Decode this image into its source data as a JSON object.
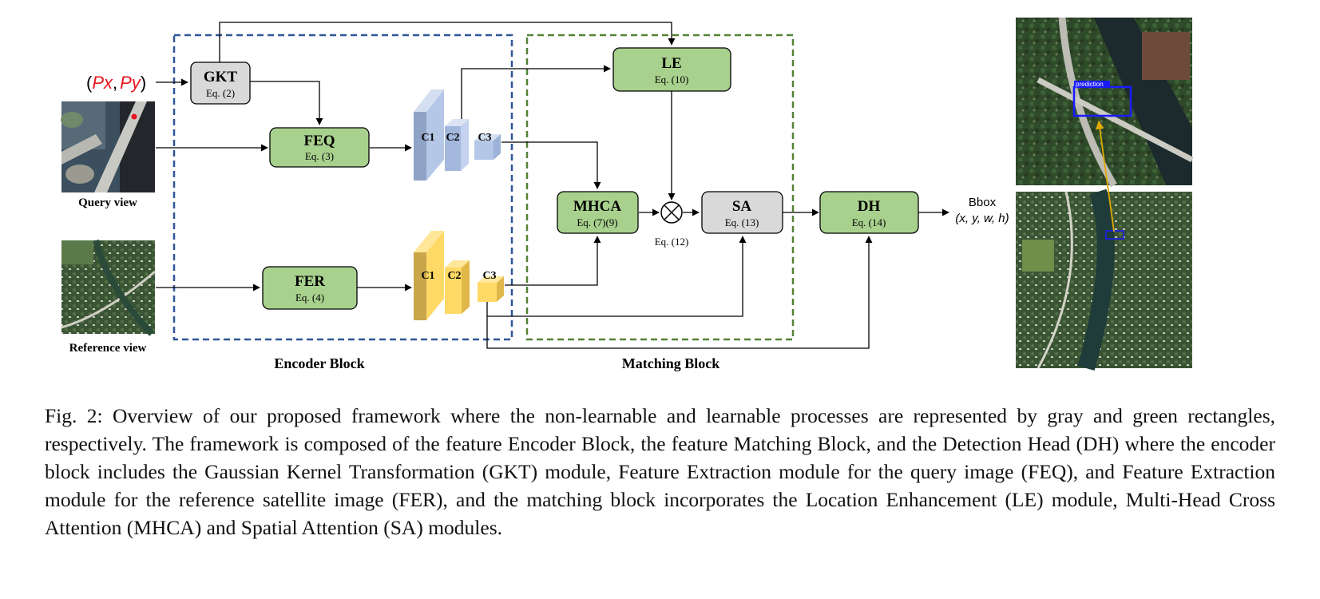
{
  "diagram": {
    "input_point": {
      "open": "(",
      "px": "Px",
      "comma": ",",
      "py": "Py",
      "close": ")"
    },
    "gkt": {
      "title": "GKT",
      "eq": "Eq. (2)"
    },
    "feq": {
      "title": "FEQ",
      "eq": "Eq. (3)"
    },
    "fer": {
      "title": "FER",
      "eq": "Eq. (4)"
    },
    "le": {
      "title": "LE",
      "eq": "Eq. (10)"
    },
    "mhca": {
      "title": "MHCA",
      "eq": "Eq. (7)(9)"
    },
    "sa": {
      "title": "SA",
      "eq": "Eq. (13)"
    },
    "dh": {
      "title": "DH",
      "eq": "Eq. (14)"
    },
    "multiply_eq": "Eq. (12)",
    "query_features": [
      "C1",
      "C2",
      "C3"
    ],
    "reference_features": [
      "C1",
      "C2",
      "C3"
    ],
    "query_label": "Query view",
    "reference_label": "Reference view",
    "encoder_label": "Encoder Block",
    "matching_label": "Matching Block",
    "output": {
      "title": "Bbox",
      "value": "(x, y, w, h)"
    },
    "prediction_label": "prediction",
    "colors": {
      "learnable": "#a9d18e",
      "non_learnable": "#d9d9d9",
      "encoder_border": "#2f5597",
      "matching_border": "#548235",
      "query_cube": "#b4c7e7",
      "reference_cube": "#ffd966",
      "point": "#e8141e"
    }
  },
  "caption": "Fig. 2: Overview of our proposed framework where the non-learnable and learnable processes are represented by gray and green rectangles, respectively. The framework is composed of the feature Encoder Block, the feature Matching Block, and the Detection Head (DH) where the encoder block includes the Gaussian Kernel Transformation (GKT) module, Feature Extraction module for the query image (FEQ), and Feature Extraction module for the reference satellite image (FER), and the matching block incorporates the Location Enhancement (LE) module, Multi-Head Cross Attention (MHCA) and Spatial Attention (SA) modules."
}
